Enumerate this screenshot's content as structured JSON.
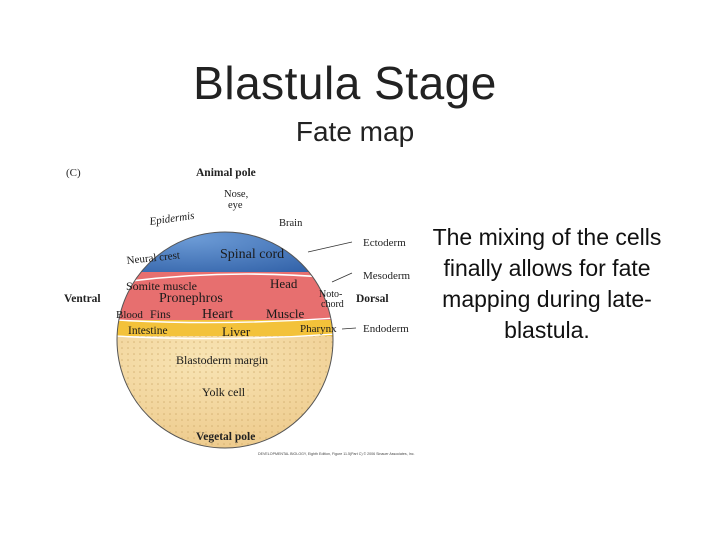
{
  "slide": {
    "title": "Blastula Stage",
    "subtitle": "Fate map",
    "side_text": "The mixing of the cells finally allows for fate mapping during late-blastula."
  },
  "figure": {
    "panel_label": "(C)",
    "animal_pole": "Animal pole",
    "vegetal_pole": "Vegetal pole",
    "ventral": "Ventral",
    "dorsal": "Dorsal",
    "layers": {
      "ectoderm": "Ectoderm",
      "mesoderm": "Mesoderm",
      "endoderm": "Endoderm"
    },
    "regions": {
      "nose_eye_1": "Nose,",
      "nose_eye_2": "eye",
      "brain": "Brain",
      "epidermis": "Epidermis",
      "neural_crest": "Neural crest",
      "spinal_cord": "Spinal cord",
      "somite_muscle": "Somite muscle",
      "head": "Head",
      "notochord_1": "Noto-",
      "notochord_2": "chord",
      "pronephros": "Pronephros",
      "blood": "Blood",
      "fins": "Fins",
      "heart": "Heart",
      "muscle": "Muscle",
      "intestine": "Intestine",
      "liver": "Liver",
      "pharynx": "Pharynx",
      "blastoderm_margin": "Blastoderm margin",
      "yolk_cell": "Yolk cell"
    },
    "credit": "DEVELOPMENTAL BIOLOGY, Eighth Edition, Figure 11.5(Part C) © 2006 Sinauer Associates, Inc.",
    "colors": {
      "ectoderm": "#3f73b8",
      "mesoderm": "#e57373",
      "endoderm": "#f3c23a",
      "yolk": "#f3d9a0"
    }
  }
}
